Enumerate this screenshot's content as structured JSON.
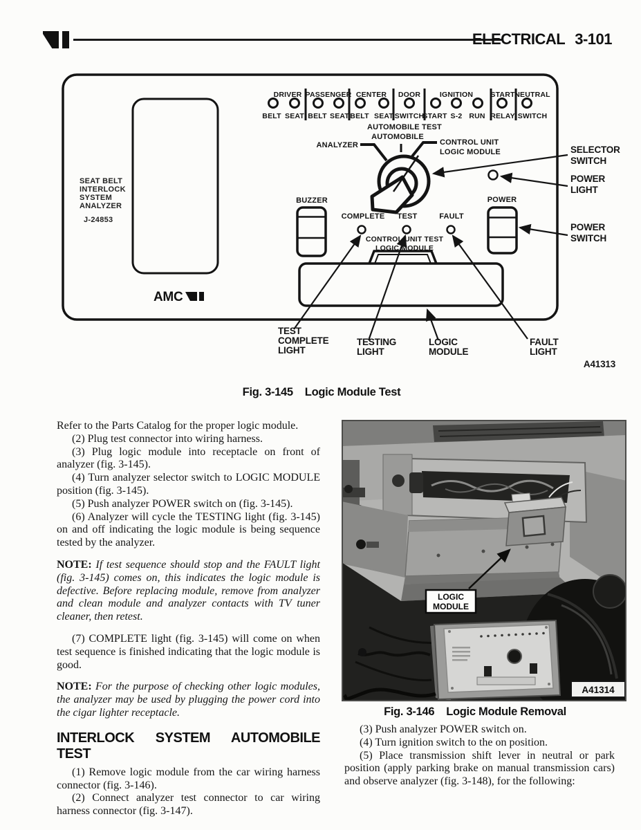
{
  "header": {
    "section": "ELECTRICAL",
    "page": "3-101"
  },
  "fig145": {
    "caption_fig": "Fig. 3-145",
    "caption_title": "Logic Module Test",
    "photo_code": "A41313",
    "panel": {
      "name_lines": [
        "SEAT BELT",
        "INTERLOCK",
        "SYSTEM",
        "ANALYZER"
      ],
      "tool_number": "J-24853",
      "brand": "AMC",
      "groups": [
        {
          "name": "DRIVER",
          "lights": [
            "BELT",
            "SEAT"
          ]
        },
        {
          "name": "PASSENGER",
          "lights": [
            "BELT",
            "SEAT"
          ]
        },
        {
          "name": "CENTER",
          "lights": [
            "BELT",
            "SEAT"
          ]
        },
        {
          "name": "DOOR",
          "lights": [
            "SWITCH"
          ]
        },
        {
          "name": "IGNITION",
          "lights": [
            "START",
            "S-2",
            "RUN"
          ]
        },
        {
          "name": "START",
          "lights": [
            "RELAY"
          ]
        },
        {
          "name": "NEUTRAL",
          "lights": [
            "SWITCH"
          ]
        }
      ],
      "mode_title": "AUTOMOBILE TEST",
      "selector": {
        "top": "AUTOMOBILE",
        "left": "ANALYZER",
        "right1": "CONTROL UNIT",
        "right2": "LOGIC MODULE"
      },
      "buzzer": "BUZZER",
      "power": "POWER",
      "lights": [
        "COMPLETE",
        "TEST",
        "FAULT"
      ],
      "receptacle1": "CONTROL UNIT TEST",
      "receptacle2": "LOGIC MODULE"
    },
    "callouts": {
      "selector1": "SELECTOR",
      "selector2": "SWITCH",
      "plight1": "POWER",
      "plight2": "LIGHT",
      "pswitch1": "POWER",
      "pswitch2": "SWITCH",
      "tc1": "TEST",
      "tc2": "COMPLETE",
      "tc3": "LIGHT",
      "testing1": "TESTING",
      "testing2": "LIGHT",
      "lm1": "LOGIC",
      "lm2": "MODULE",
      "fault1": "FAULT",
      "fault2": "LIGHT"
    }
  },
  "left_column": {
    "p1": "Refer to the Parts Catalog for the proper logic module.",
    "p2": "(2) Plug test connector into wiring harness.",
    "p3": "(3) Plug logic module into receptacle on front of analyzer (fig. 3-145).",
    "p4": "(4) Turn analyzer selector switch to LOGIC MODULE position (fig. 3-145).",
    "p5": "(5) Push analyzer POWER switch on (fig. 3-145).",
    "p6": "(6) Analyzer will cycle the TESTING light (fig. 3-145) on and off indicating the logic module is being sequence tested by the analyzer.",
    "note1_label": "NOTE:",
    "note1": " If test sequence should stop and the FAULT light (fig. 3-145) comes on, this indicates the logic module is defective. Before replacing module, remove from analyzer and clean module and analyzer contacts with TV tuner cleaner, then retest.",
    "p7": "(7) COMPLETE light (fig. 3-145) will come on when test sequence is finished indicating that the logic module is good.",
    "note2_label": "NOTE:",
    "note2": " For the purpose of checking other logic modules, the analyzer may be used by plugging the power cord into the cigar lighter receptacle.",
    "heading": "INTERLOCK SYSTEM AUTOMOBILE TEST",
    "p8": "(1) Remove logic module from the car wiring harness connector (fig. 3-146).",
    "p9": "(2) Connect analyzer test connector to car wiring harness connector (fig. 3-147)."
  },
  "fig146": {
    "caption_fig": "Fig. 3-146",
    "caption_title": "Logic Module Removal",
    "photo_code": "A41314",
    "callout1": "LOGIC",
    "callout2": "MODULE"
  },
  "right_column": {
    "p1": "(3) Push analyzer POWER switch on.",
    "p2": "(4) Turn ignition switch to the on position.",
    "p3": "(5) Place transmission shift lever in neutral or park position (apply parking brake on manual transmission cars) and observe analyzer (fig. 3-148), for the following:"
  }
}
